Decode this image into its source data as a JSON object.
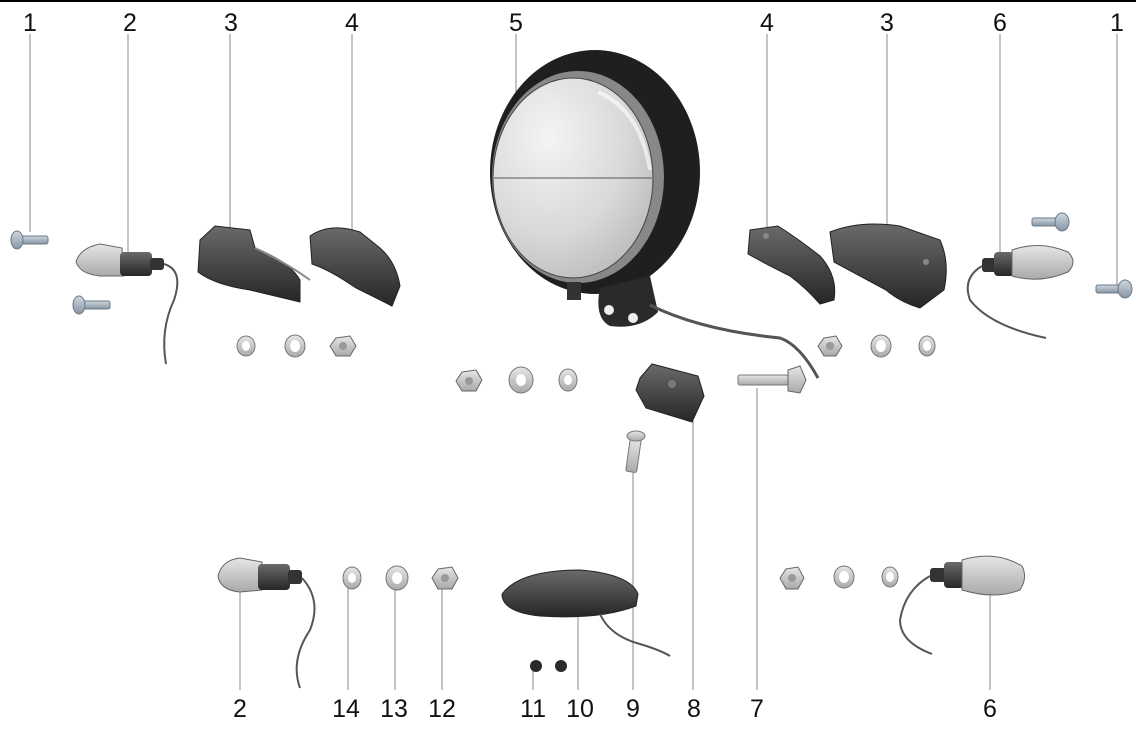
{
  "diagram": {
    "callouts_top": [
      "1",
      "2",
      "3",
      "4",
      "5",
      "4",
      "3",
      "6",
      "1"
    ],
    "callouts_bottom": [
      "2",
      "14",
      "13",
      "12",
      "11",
      "10",
      "9",
      "8",
      "7",
      "6"
    ],
    "colors": {
      "part_dark": "#2e2e2e",
      "part_mid": "#5a5a5a",
      "metal_light": "#d8d8d8",
      "metal_edge": "#7a7a7a",
      "leader_line": "#8a8a8a",
      "text": "#111111"
    }
  }
}
